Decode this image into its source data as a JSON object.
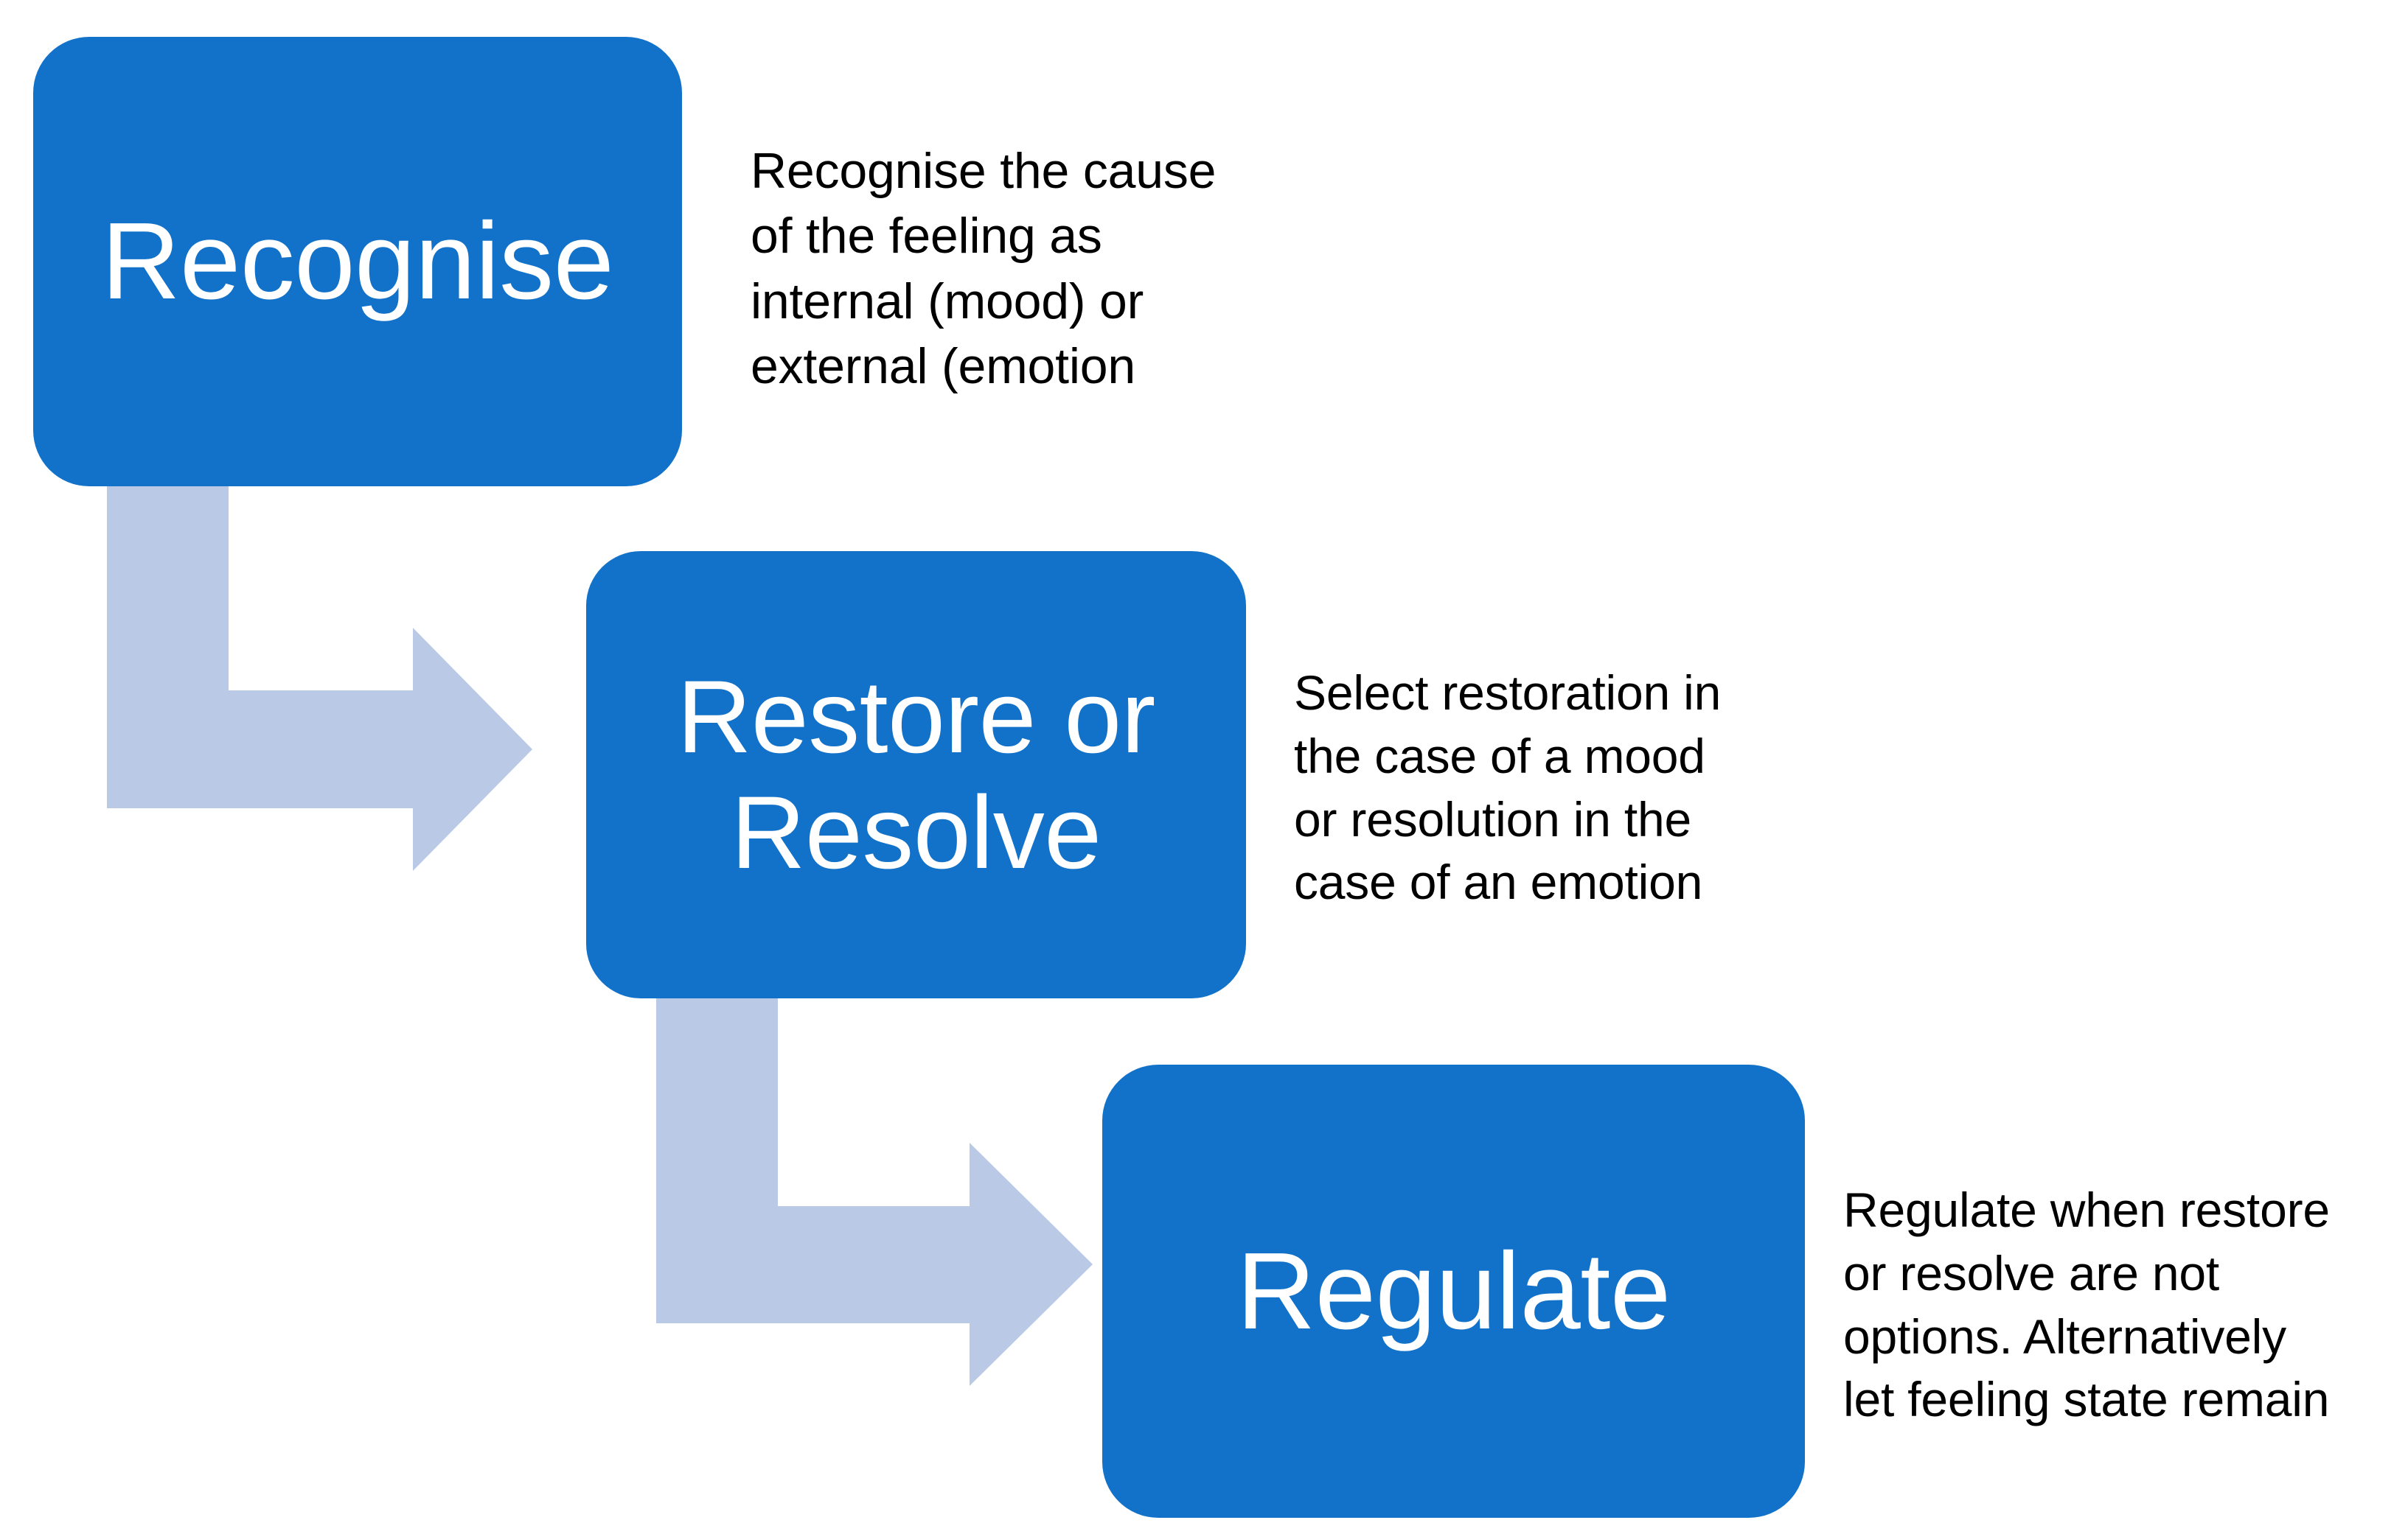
{
  "diagram": {
    "title": "Recognise - Restore or Resolve - Regulate process flow",
    "colors": {
      "box_fill": "#1272c9",
      "box_text": "#ffffff",
      "arrow_fill": "#b9c9e6",
      "caption_text": "#000000",
      "background": "#ffffff"
    },
    "steps": [
      {
        "id": "recognise",
        "box_label": "Recognise",
        "caption": "Recognise the cause\nof the feeling as\ninternal (mood) or\nexternal (emotion"
      },
      {
        "id": "restore-or-resolve",
        "box_label": "Restore or\nResolve",
        "caption": "Select restoration in\nthe case of a mood\nor resolution in the\ncase of an emotion"
      },
      {
        "id": "regulate",
        "box_label": "Regulate",
        "caption": "Regulate when restore\nor resolve are not\noptions. Alternatively\nlet feeling state remain"
      }
    ],
    "connectors": [
      {
        "id": "arrow-recognise-to-restore",
        "icon": "elbow-arrow-down-right",
        "from": "recognise",
        "to": "restore-or-resolve"
      },
      {
        "id": "arrow-restore-to-regulate",
        "icon": "elbow-arrow-down-right",
        "from": "restore-or-resolve",
        "to": "regulate"
      }
    ]
  }
}
